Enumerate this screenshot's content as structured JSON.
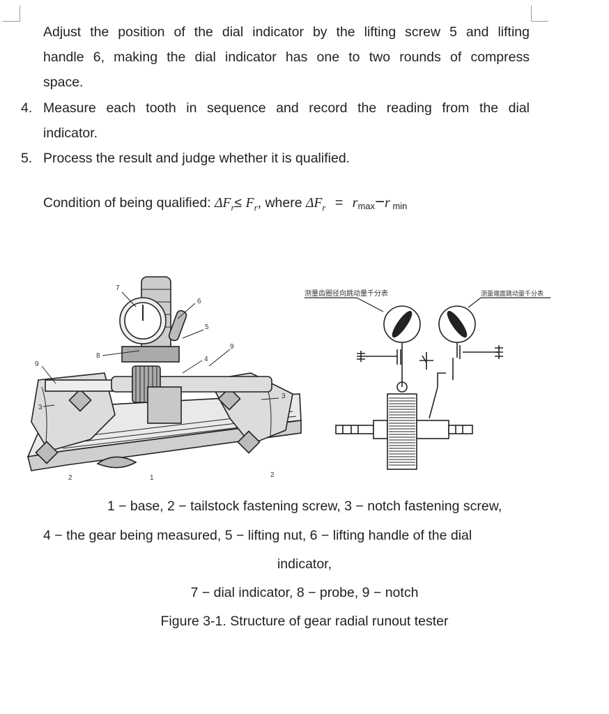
{
  "step3": {
    "lines": [
      "Adjust the position of the dial indicator by the lifting screw 5 and lifting",
      "handle 6, making the dial indicator has one to two rounds of compress",
      "space."
    ]
  },
  "step4": {
    "number": "4.",
    "lines": [
      "Measure each tooth in sequence and record the reading from the dial",
      "indicator."
    ]
  },
  "step5": {
    "number": "5.",
    "text": "Process the result and judge whether it is qualified."
  },
  "condition": {
    "prefix": "Condition of being qualified: ",
    "delta_fr": "ΔF",
    "sub_r": "r",
    "leq": "≤ ",
    "F": "F",
    "comma_where": ", where ",
    "equals": "=",
    "r": "r",
    "max": "max",
    "minus": "−",
    "min": " min"
  },
  "figure": {
    "left_labels": [
      "7",
      "6",
      "5",
      "9",
      "4",
      "8",
      "9",
      "3",
      "3",
      "2",
      "1",
      "2"
    ],
    "right_label_left": "测量齿圈径向跳动量千分表",
    "right_label_right": "测量端面跳动量千分表"
  },
  "caption": {
    "line1": "1 − base, 2 − tailstock fastening screw, 3 − notch fastening screw,",
    "line2": "4 − the gear being measured, 5 − lifting nut, 6 − lifting handle of the dial",
    "line3": "indicator,",
    "line4": "7 − dial indicator, 8 − probe, 9 − notch",
    "title": "Figure 3-1. Structure of gear radial runout tester"
  }
}
